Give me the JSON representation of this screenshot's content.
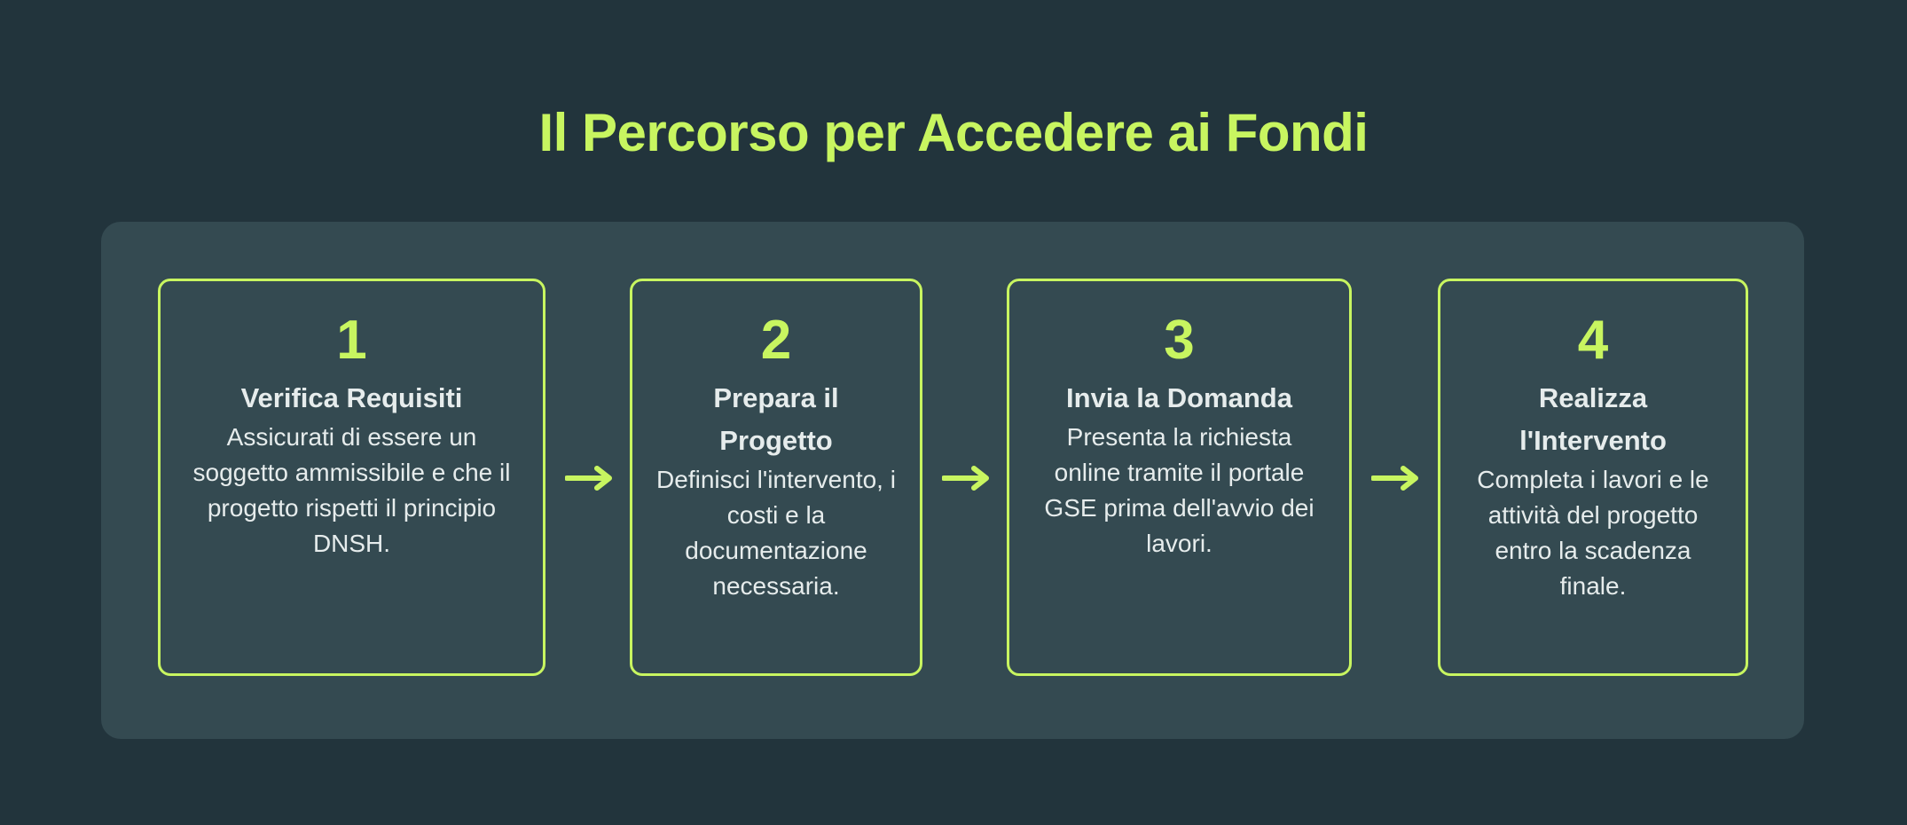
{
  "title": "Il Percorso per Accedere ai Fondi",
  "colors": {
    "background": "#22343c",
    "panel": "#344a51",
    "accent": "#c8f560",
    "text": "#e6ecec"
  },
  "arrow_icon": "arrow-right",
  "steps": [
    {
      "number": "1",
      "title": "Verifica Requisiti",
      "description": "Assicurati di essere un soggetto ammissibile e che il progetto rispetti il principio DNSH."
    },
    {
      "number": "2",
      "title": "Prepara il Progetto",
      "description": "Definisci l'intervento, i costi e la documentazione necessaria."
    },
    {
      "number": "3",
      "title": "Invia la Domanda",
      "description": "Presenta la richiesta online tramite il portale GSE prima dell'avvio dei lavori."
    },
    {
      "number": "4",
      "title": "Realizza l'Intervento",
      "description": "Completa i lavori e le attività del progetto entro la scadenza finale."
    }
  ]
}
